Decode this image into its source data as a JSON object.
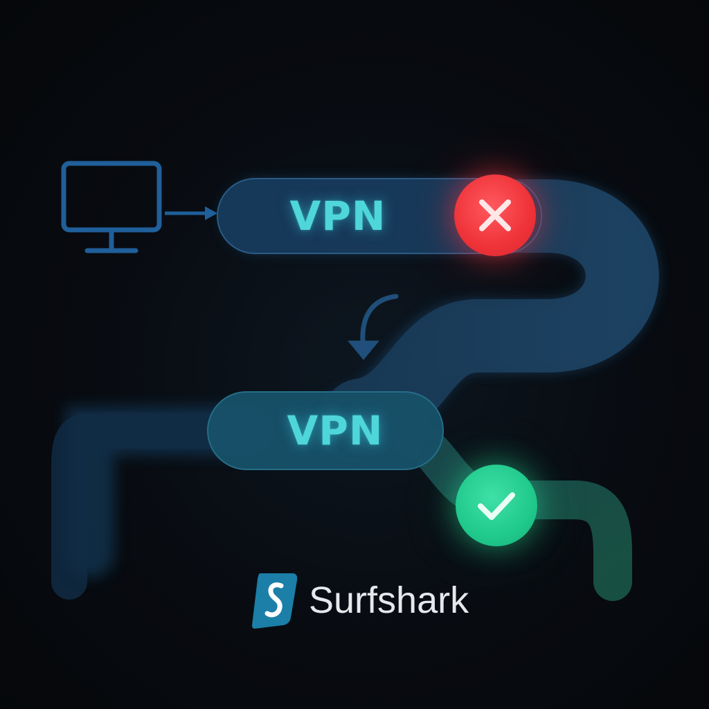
{
  "nodes": {
    "first_vpn": {
      "label": "VPN",
      "status": "failed",
      "status_icon": "cross-icon"
    },
    "second_vpn": {
      "label": "VPN",
      "status": "connected",
      "status_icon": "check-icon"
    }
  },
  "source_icon": "computer-monitor-icon",
  "fallback_arrow_icon": "curved-arrow-down-icon",
  "brand": {
    "name": "Surfshark",
    "logo_icon": "surfshark-logo-icon"
  },
  "colors": {
    "background": "#06080c",
    "tunnel": "#173a5a",
    "vpn_text": "#4fd6d9",
    "error": "#ee3238",
    "success": "#20c98c",
    "accent_blue": "#1f5f9a"
  }
}
